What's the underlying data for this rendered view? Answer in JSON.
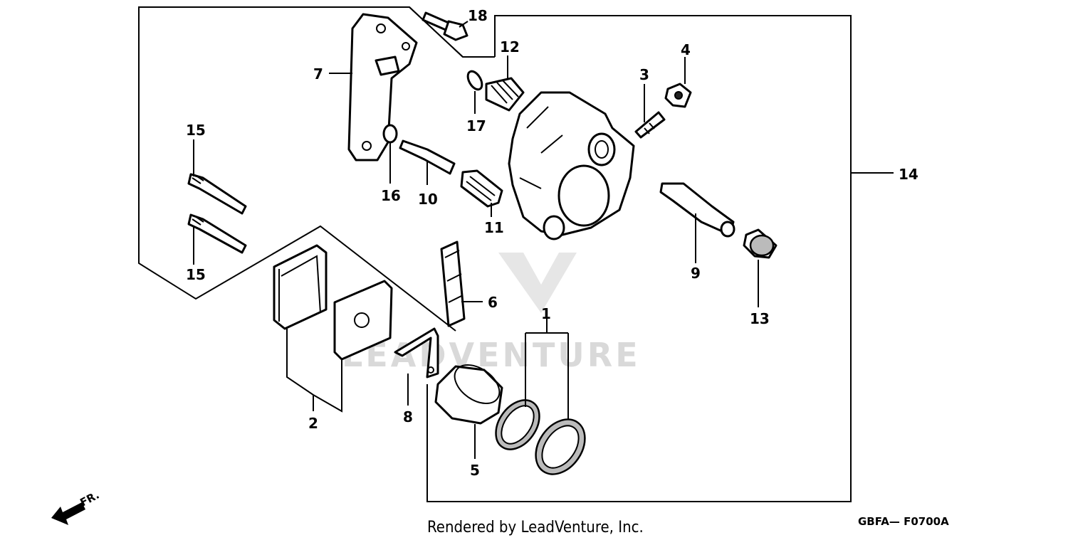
{
  "diagram": {
    "watermark": "LEADVENTURE",
    "credit": "Rendered by LeadVenture, Inc.",
    "code": "GBFA—  F0700A",
    "front_marker": "FR.",
    "labels": {
      "l1": "1",
      "l2": "2",
      "l3": "3",
      "l4": "4",
      "l5": "5",
      "l6": "6",
      "l7": "7",
      "l8": "8",
      "l9": "9",
      "l10": "10",
      "l11": "11",
      "l12": "12",
      "l13": "13",
      "l14": "14",
      "l15a": "15",
      "l15b": "15",
      "l16": "16",
      "l17": "17",
      "l18": "18"
    }
  }
}
